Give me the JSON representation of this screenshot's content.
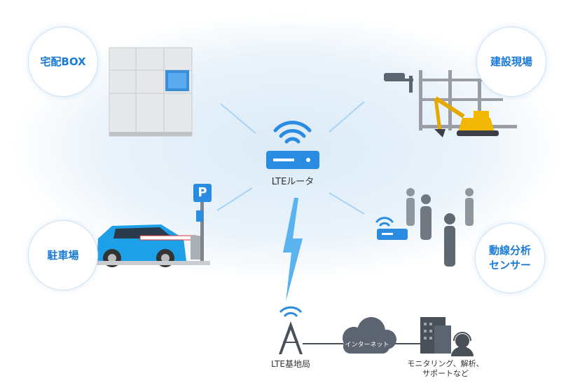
{
  "nodes": {
    "delivery_box": "宅配BOX",
    "construction_line1": "建設現場",
    "parking": "駐車場",
    "flow_analysis_line1": "動線分析",
    "flow_analysis_line2": "センサー"
  },
  "hub": {
    "router_label": "LTEルータ",
    "sign_letter": "P"
  },
  "network": {
    "base_station": "LTE基地局",
    "cloud": "インターネット",
    "support_line1": "モニタリング、解析、",
    "support_line2": "サポートなど"
  },
  "colors": {
    "accent": "#1a7bd6",
    "router": "#2a8ce0",
    "lines": "#a9d3f2"
  }
}
